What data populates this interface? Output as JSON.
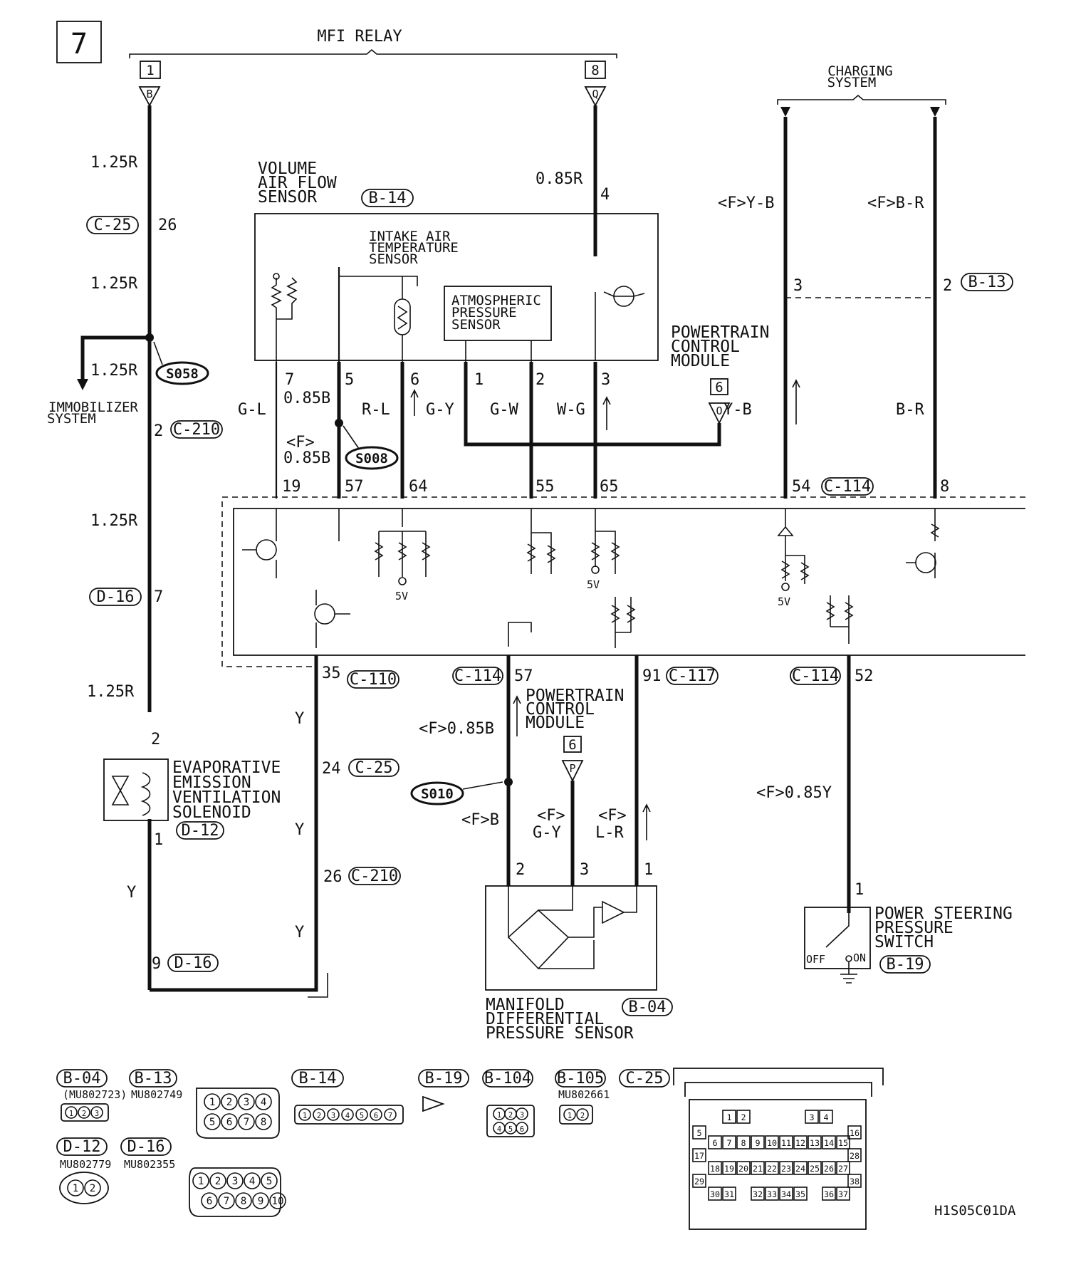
{
  "page_number": "7",
  "diagram_code": "H1S05C01DA",
  "headers": {
    "mfi_relay": "MFI RELAY",
    "charging_system_1": "CHARGING",
    "charging_system_2": "SYSTEM"
  },
  "terminal_boxes": {
    "t1": "1",
    "t8": "8",
    "t6a": "6",
    "t6b": "6"
  },
  "triangle_letters": {
    "b": "B",
    "q": "Q",
    "o": "O",
    "p": "P"
  },
  "components": {
    "vaf_1": "VOLUME",
    "vaf_2": "AIR FLOW",
    "vaf_3": "SENSOR",
    "iat_1": "INTAKE AIR",
    "iat_2": "TEMPERATURE",
    "iat_3": "SENSOR",
    "aps_1": "ATMOSPHERIC",
    "aps_2": "PRESSURE",
    "aps_3": "SENSOR",
    "pcm_1": "POWERTRAIN",
    "pcm_2": "CONTROL",
    "pcm_3": "MODULE",
    "immo_1": "IMMOBILIZER",
    "immo_2": "SYSTEM",
    "evap_1": "EVAPORATIVE",
    "evap_2": "EMISSION",
    "evap_3": "VENTILATION",
    "evap_4": "SOLENOID",
    "mdp_1": "MANIFOLD",
    "mdp_2": "DIFFERENTIAL",
    "mdp_3": "PRESSURE SENSOR",
    "ps_1": "POWER STEERING",
    "ps_2": "PRESSURE",
    "ps_3": "SWITCH",
    "off": "OFF",
    "on": "ON",
    "v5": "5V"
  },
  "connectors": {
    "b14": "B-14",
    "b13": "B-13",
    "c25": "C-25",
    "c210": "C-210",
    "d16": "D-16",
    "d12": "D-12",
    "c114": "C-114",
    "c110": "C-110",
    "c117": "C-117",
    "b04": "B-04",
    "b19": "B-19",
    "b104": "B-104",
    "b105": "B-105"
  },
  "splices": {
    "s058": "S058",
    "s008": "S008",
    "s010": "S010"
  },
  "wire_labels": {
    "r125": "1.25R",
    "r085": "0.85R",
    "yb_f": "<F>Y-B",
    "br_f": "<F>B-R",
    "gl": "G-L",
    "b085": "0.85B",
    "f": "<F>",
    "rl": "R-L",
    "gy": "G-Y",
    "gw": "G-W",
    "wg": "W-G",
    "yb": "Y-B",
    "br": "B-R",
    "y": "Y",
    "fb085": "<F>0.85B",
    "fb": "<F>B",
    "g_y": "G-Y",
    "l_r": "L-R",
    "fy085": "<F>0.85Y"
  },
  "pins": {
    "p26": "26",
    "p4": "4",
    "p3": "3",
    "p2": "2",
    "p7": "7",
    "p5": "5",
    "p6": "6",
    "p1": "1",
    "p19": "19",
    "p57": "57",
    "p64": "64",
    "p55": "55",
    "p65": "65",
    "p54": "54",
    "p8": "8",
    "p35": "35",
    "p91": "91",
    "p52": "52",
    "p24": "24",
    "p9": "9"
  },
  "part_numbers": {
    "mu802723": "(MU802723)",
    "mu802749": "MU802749",
    "mu802779": "MU802779",
    "mu802355": "MU802355",
    "mu802661": "MU802661"
  },
  "connector_pins": {
    "b04": [
      "1",
      "2",
      "3"
    ],
    "b13": [
      "1",
      "2",
      "3",
      "4",
      "5",
      "6",
      "7",
      "8"
    ],
    "b14": [
      "1",
      "2",
      "3",
      "4",
      "5",
      "6",
      "7"
    ],
    "b104": [
      "1",
      "2",
      "3",
      "4",
      "5",
      "6"
    ],
    "b105": [
      "1",
      "2"
    ],
    "d12": [
      "1",
      "2"
    ],
    "d16": [
      "1",
      "2",
      "3",
      "4",
      "5",
      "6",
      "7",
      "8",
      "9",
      "10"
    ],
    "c25_rows": [
      [
        "1",
        "2",
        "3",
        "4"
      ],
      [
        "5",
        "16"
      ],
      [
        "6",
        "7",
        "8",
        "9",
        "10",
        "11",
        "12",
        "13",
        "14",
        "15"
      ],
      [
        "17",
        "28"
      ],
      [
        "18",
        "19",
        "20",
        "21",
        "22",
        "23",
        "24",
        "25",
        "26",
        "27"
      ],
      [
        "29",
        "38"
      ],
      [
        "30",
        "31",
        "32",
        "33",
        "34",
        "35",
        "36",
        "37"
      ]
    ]
  }
}
